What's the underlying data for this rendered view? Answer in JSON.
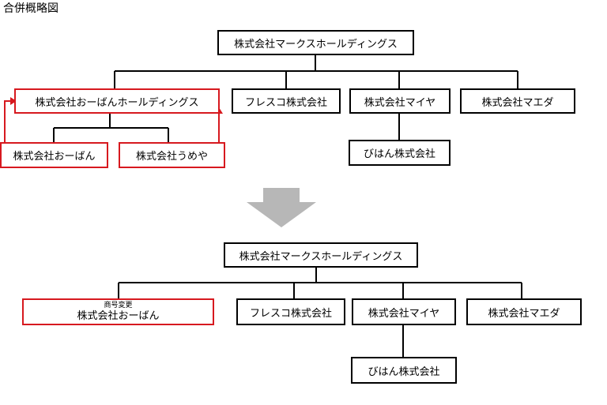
{
  "title": "合併概略図",
  "colors": {
    "line": "#000000",
    "highlight": "#d7191f",
    "arrow": "#b7b7b7"
  },
  "before": {
    "parent": "株式会社マークスホールディングス",
    "subsidiaries": {
      "obahn_holdings": "株式会社おーばんホールディングス",
      "fresco": "フレスコ株式会社",
      "maiya": "株式会社マイヤ",
      "maeda": "株式会社マエダ"
    },
    "grandchildren": {
      "obahn": "株式会社おーばん",
      "umeya": "株式会社うめや",
      "bihan": "びはん株式会社"
    }
  },
  "after": {
    "parent": "株式会社マークスホールディングス",
    "renamed_note": "商号変更",
    "subsidiaries": {
      "obahn": "株式会社おーばん",
      "fresco": "フレスコ株式会社",
      "maiya": "株式会社マイヤ",
      "maeda": "株式会社マエダ"
    },
    "grandchildren": {
      "bihan": "びはん株式会社"
    }
  },
  "arrow_icon": "down-arrow-icon"
}
